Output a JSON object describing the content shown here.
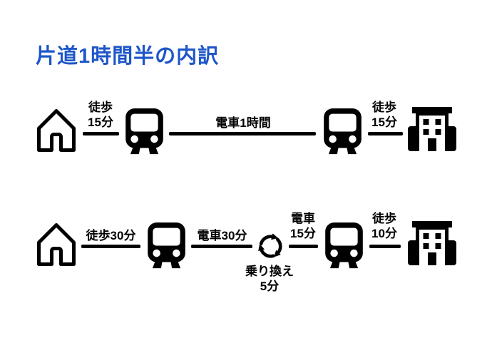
{
  "title": "片道1時間半の内訳",
  "colors": {
    "title": "#1e56c8",
    "ink": "#000000",
    "background": "#ffffff"
  },
  "route1": {
    "walk_home_to_station": {
      "line1": "徒歩",
      "line2": "15分"
    },
    "train_ride": {
      "label": "電車1時間"
    },
    "walk_station_to_office": {
      "line1": "徒歩",
      "line2": "15分"
    }
  },
  "route2": {
    "walk_home_to_station": {
      "label": "徒歩30分"
    },
    "train_ride_1": {
      "label": "電車30分"
    },
    "transfer": {
      "line1": "乗り換え",
      "line2": "5分"
    },
    "train_ride_2": {
      "line1": "電車",
      "line2": "15分"
    },
    "walk_station_to_office": {
      "line1": "徒歩",
      "line2": "10分"
    }
  },
  "icons": {
    "house": "house-icon",
    "train": "train-icon",
    "office": "office-building-icon",
    "transfer": "transfer-cycle-icon"
  }
}
